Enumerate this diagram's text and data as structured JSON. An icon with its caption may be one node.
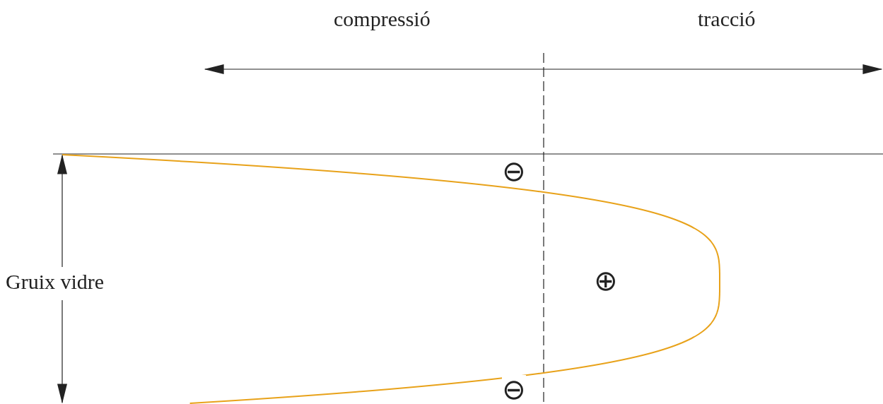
{
  "diagram": {
    "labels": [
      "compressió",
      "tracció",
      "⊖",
      "⊕",
      "Gruix vidre",
      "⊖"
    ]
  }
}
